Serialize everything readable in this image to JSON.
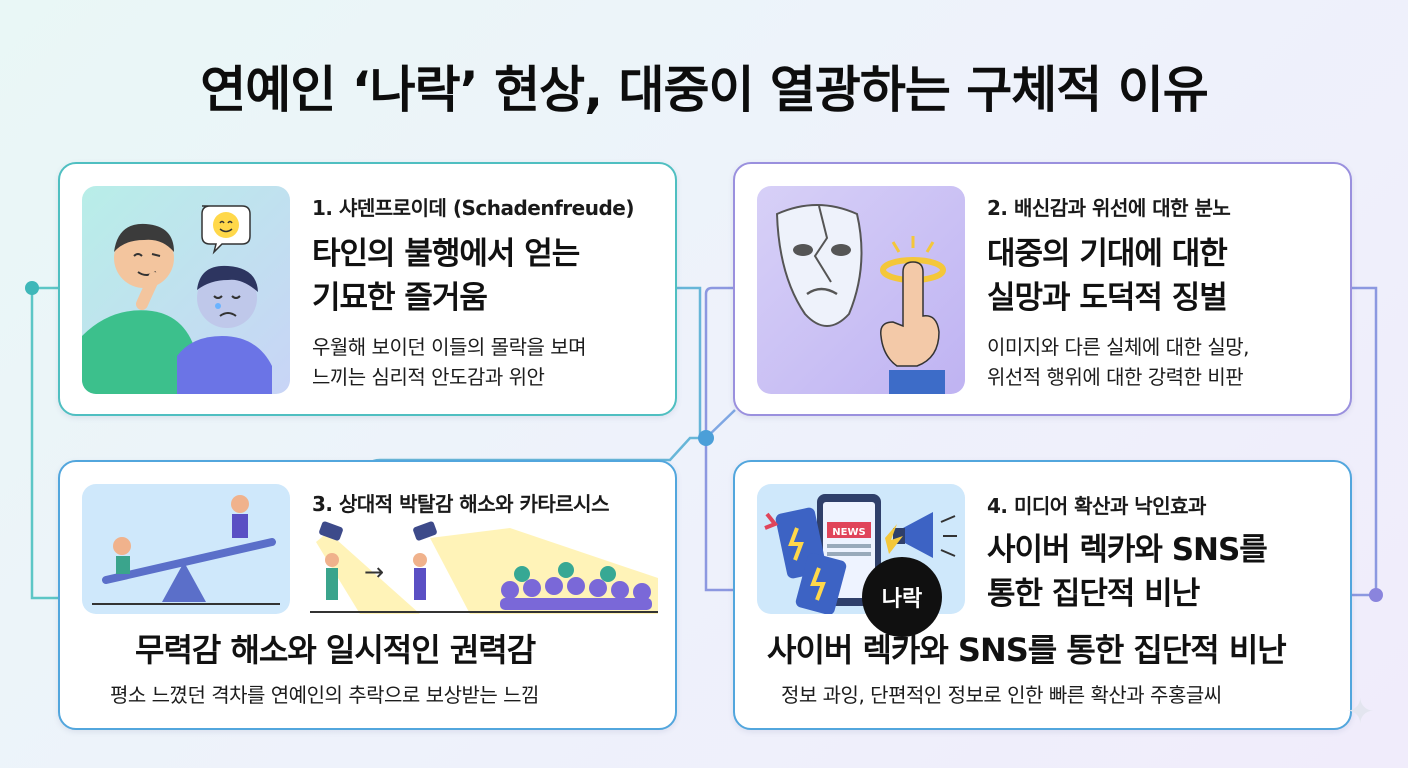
{
  "title": "연예인 ‘나락’ 현상, 대중이 열광하는 구체적 이유",
  "cards": [
    {
      "title": "1. 샤덴프로이데 (Schadenfreude)",
      "heading_lines": [
        "타인의 불행에서 얻는",
        "기묘한 즐거움"
      ],
      "desc_lines": [
        "우월해 보이던 이들의 몰락을 보며",
        "느끼는 심리적 안도감과 위안"
      ],
      "illustration_icon": "smug-man-and-crying-person-icon"
    },
    {
      "title": "2. 배신감과 위선에 대한 분노",
      "heading_lines": [
        "대중의 기대에 대한",
        "실망과 도덕적 징벌"
      ],
      "desc_lines": [
        "이미지와 다른 실체에 대한 실망,",
        "위선적 행위에 대한 강력한 비판"
      ],
      "illustration_icon": "cracked-mask-and-halo-finger-icon"
    },
    {
      "title": "3. 상대적 박탈감 해소와 카타르시스",
      "heading_lines": [
        "무력감 해소와 일시적인 권력감"
      ],
      "desc_lines": [
        "평소 느꼈던 격차를 연예인의 추락으로 보상받는 느낌"
      ],
      "illustration_icon": "seesaw-and-spotlight-crowd-icon"
    },
    {
      "title": "4. 미디어 확산과 낙인효과",
      "heading_lines": [
        "사이버 렉카와 SNS를",
        "통한 집단적 비난"
      ],
      "overlay_heading": "사이버 렉카와 SNS를 통한 집단적 비난",
      "desc_lines": [
        "정보 과잉, 단편적인 정보로 인한 빠른 확산과 주홍글씨"
      ],
      "illustration_icon": "phones-news-megaphone-icon",
      "news_label": "NEWS",
      "badge": "나락"
    }
  ],
  "colors": {
    "teal": "#4fbfc1",
    "purple": "#9a90de",
    "blue": "#52a6dd",
    "connector": "#7fa7e3"
  }
}
